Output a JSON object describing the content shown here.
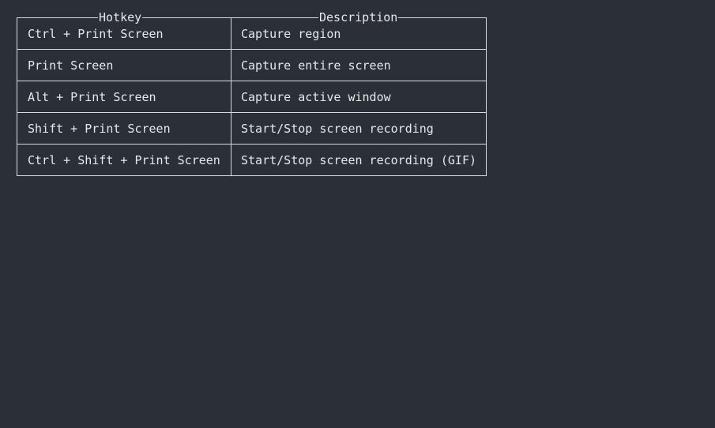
{
  "table": {
    "headers": {
      "hotkey": "Hotkey",
      "description": "Description"
    },
    "rows": [
      {
        "hotkey": "Ctrl + Print Screen",
        "description": "Capture region"
      },
      {
        "hotkey": "Print Screen",
        "description": "Capture entire screen"
      },
      {
        "hotkey": "Alt + Print Screen",
        "description": "Capture active window"
      },
      {
        "hotkey": "Shift + Print Screen",
        "description": "Start/Stop screen recording"
      },
      {
        "hotkey": "Ctrl + Shift + Print Screen",
        "description": "Start/Stop screen recording (GIF)"
      }
    ]
  }
}
